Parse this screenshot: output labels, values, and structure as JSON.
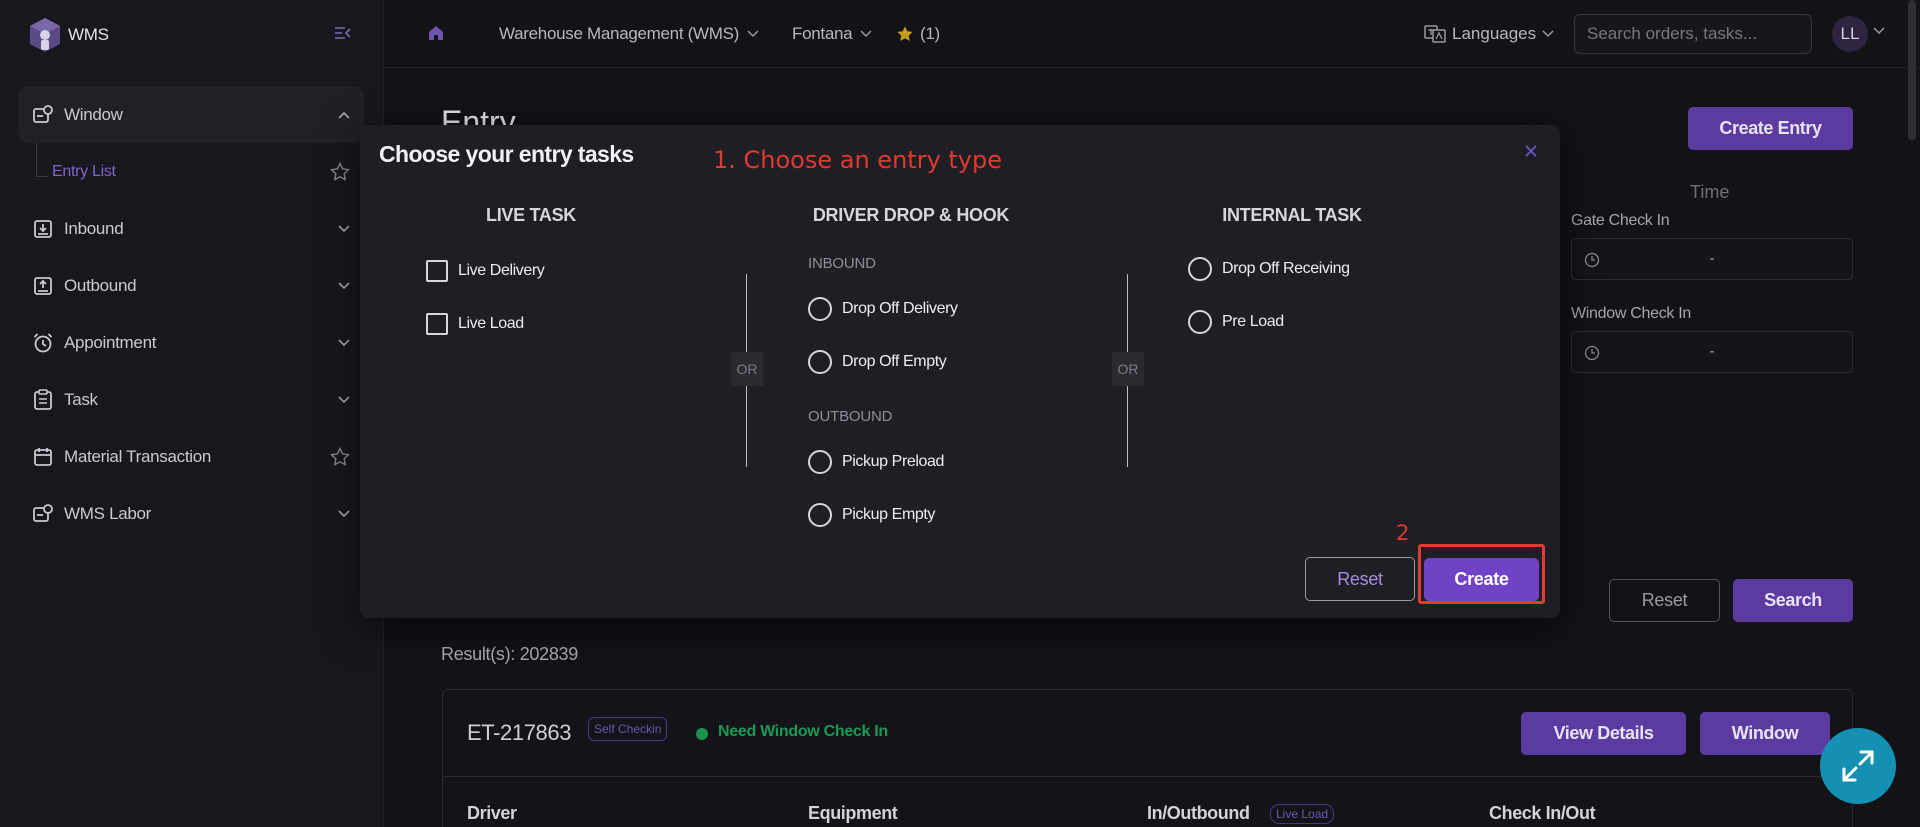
{
  "brand": {
    "name": "WMS"
  },
  "sidebar": {
    "items": [
      {
        "label": "Window",
        "icon": "window-icon"
      },
      {
        "label": "Entry List",
        "icon": "star-icon"
      },
      {
        "label": "Inbound",
        "icon": "inbound-icon"
      },
      {
        "label": "Outbound",
        "icon": "outbound-icon"
      },
      {
        "label": "Appointment",
        "icon": "alarm-clock-icon"
      },
      {
        "label": "Task",
        "icon": "clipboard-icon"
      },
      {
        "label": "Material Transaction",
        "icon": "calendar-icon"
      },
      {
        "label": "WMS Labor",
        "icon": "labor-icon"
      }
    ]
  },
  "topbar": {
    "app": "Warehouse Management (WMS)",
    "location": "Fontana",
    "favorites": "(1)",
    "languages": "Languages",
    "search_placeholder": "Search orders, tasks...",
    "avatar": "LL"
  },
  "page": {
    "title": "Entry",
    "create_entry": "Create Entry",
    "time_header": "Time",
    "gate_check_in_label": "Gate Check In",
    "gate_check_in_value": "-",
    "window_check_in_label": "Window Check In",
    "window_check_in_value": "-",
    "reset": "Reset",
    "search": "Search",
    "results": "Result(s): 202839",
    "entry": {
      "id": "ET-217863",
      "badge": "Self Checkin",
      "status": "Need Window Check In",
      "view_details": "View Details",
      "window": "Window",
      "col_driver": "Driver",
      "col_equipment": "Equipment",
      "col_inout": "In/Outbound",
      "inout_badge": "Live Load",
      "col_check": "Check In/Out"
    }
  },
  "modal": {
    "title": "Choose your entry tasks",
    "annotation_1": "1. Choose an entry type",
    "annotation_2": "2",
    "or": "OR",
    "live_task": {
      "title": "LIVE TASK",
      "options": [
        "Live Delivery",
        "Live Load"
      ]
    },
    "drop_hook": {
      "title": "DRIVER DROP & HOOK",
      "inbound_head": "INBOUND",
      "inbound_options": [
        "Drop Off Delivery",
        "Drop Off Empty"
      ],
      "outbound_head": "OUTBOUND",
      "outbound_options": [
        "Pickup Preload",
        "Pickup Empty"
      ]
    },
    "internal": {
      "title": "INTERNAL TASK",
      "options": [
        "Drop Off Receiving",
        "Pre Load"
      ]
    },
    "reset": "Reset",
    "create": "Create"
  },
  "colors": {
    "accent": "#7142c5",
    "annotation": "#e0392f",
    "status_green": "#1c9a55",
    "fab": "#1590b5"
  }
}
